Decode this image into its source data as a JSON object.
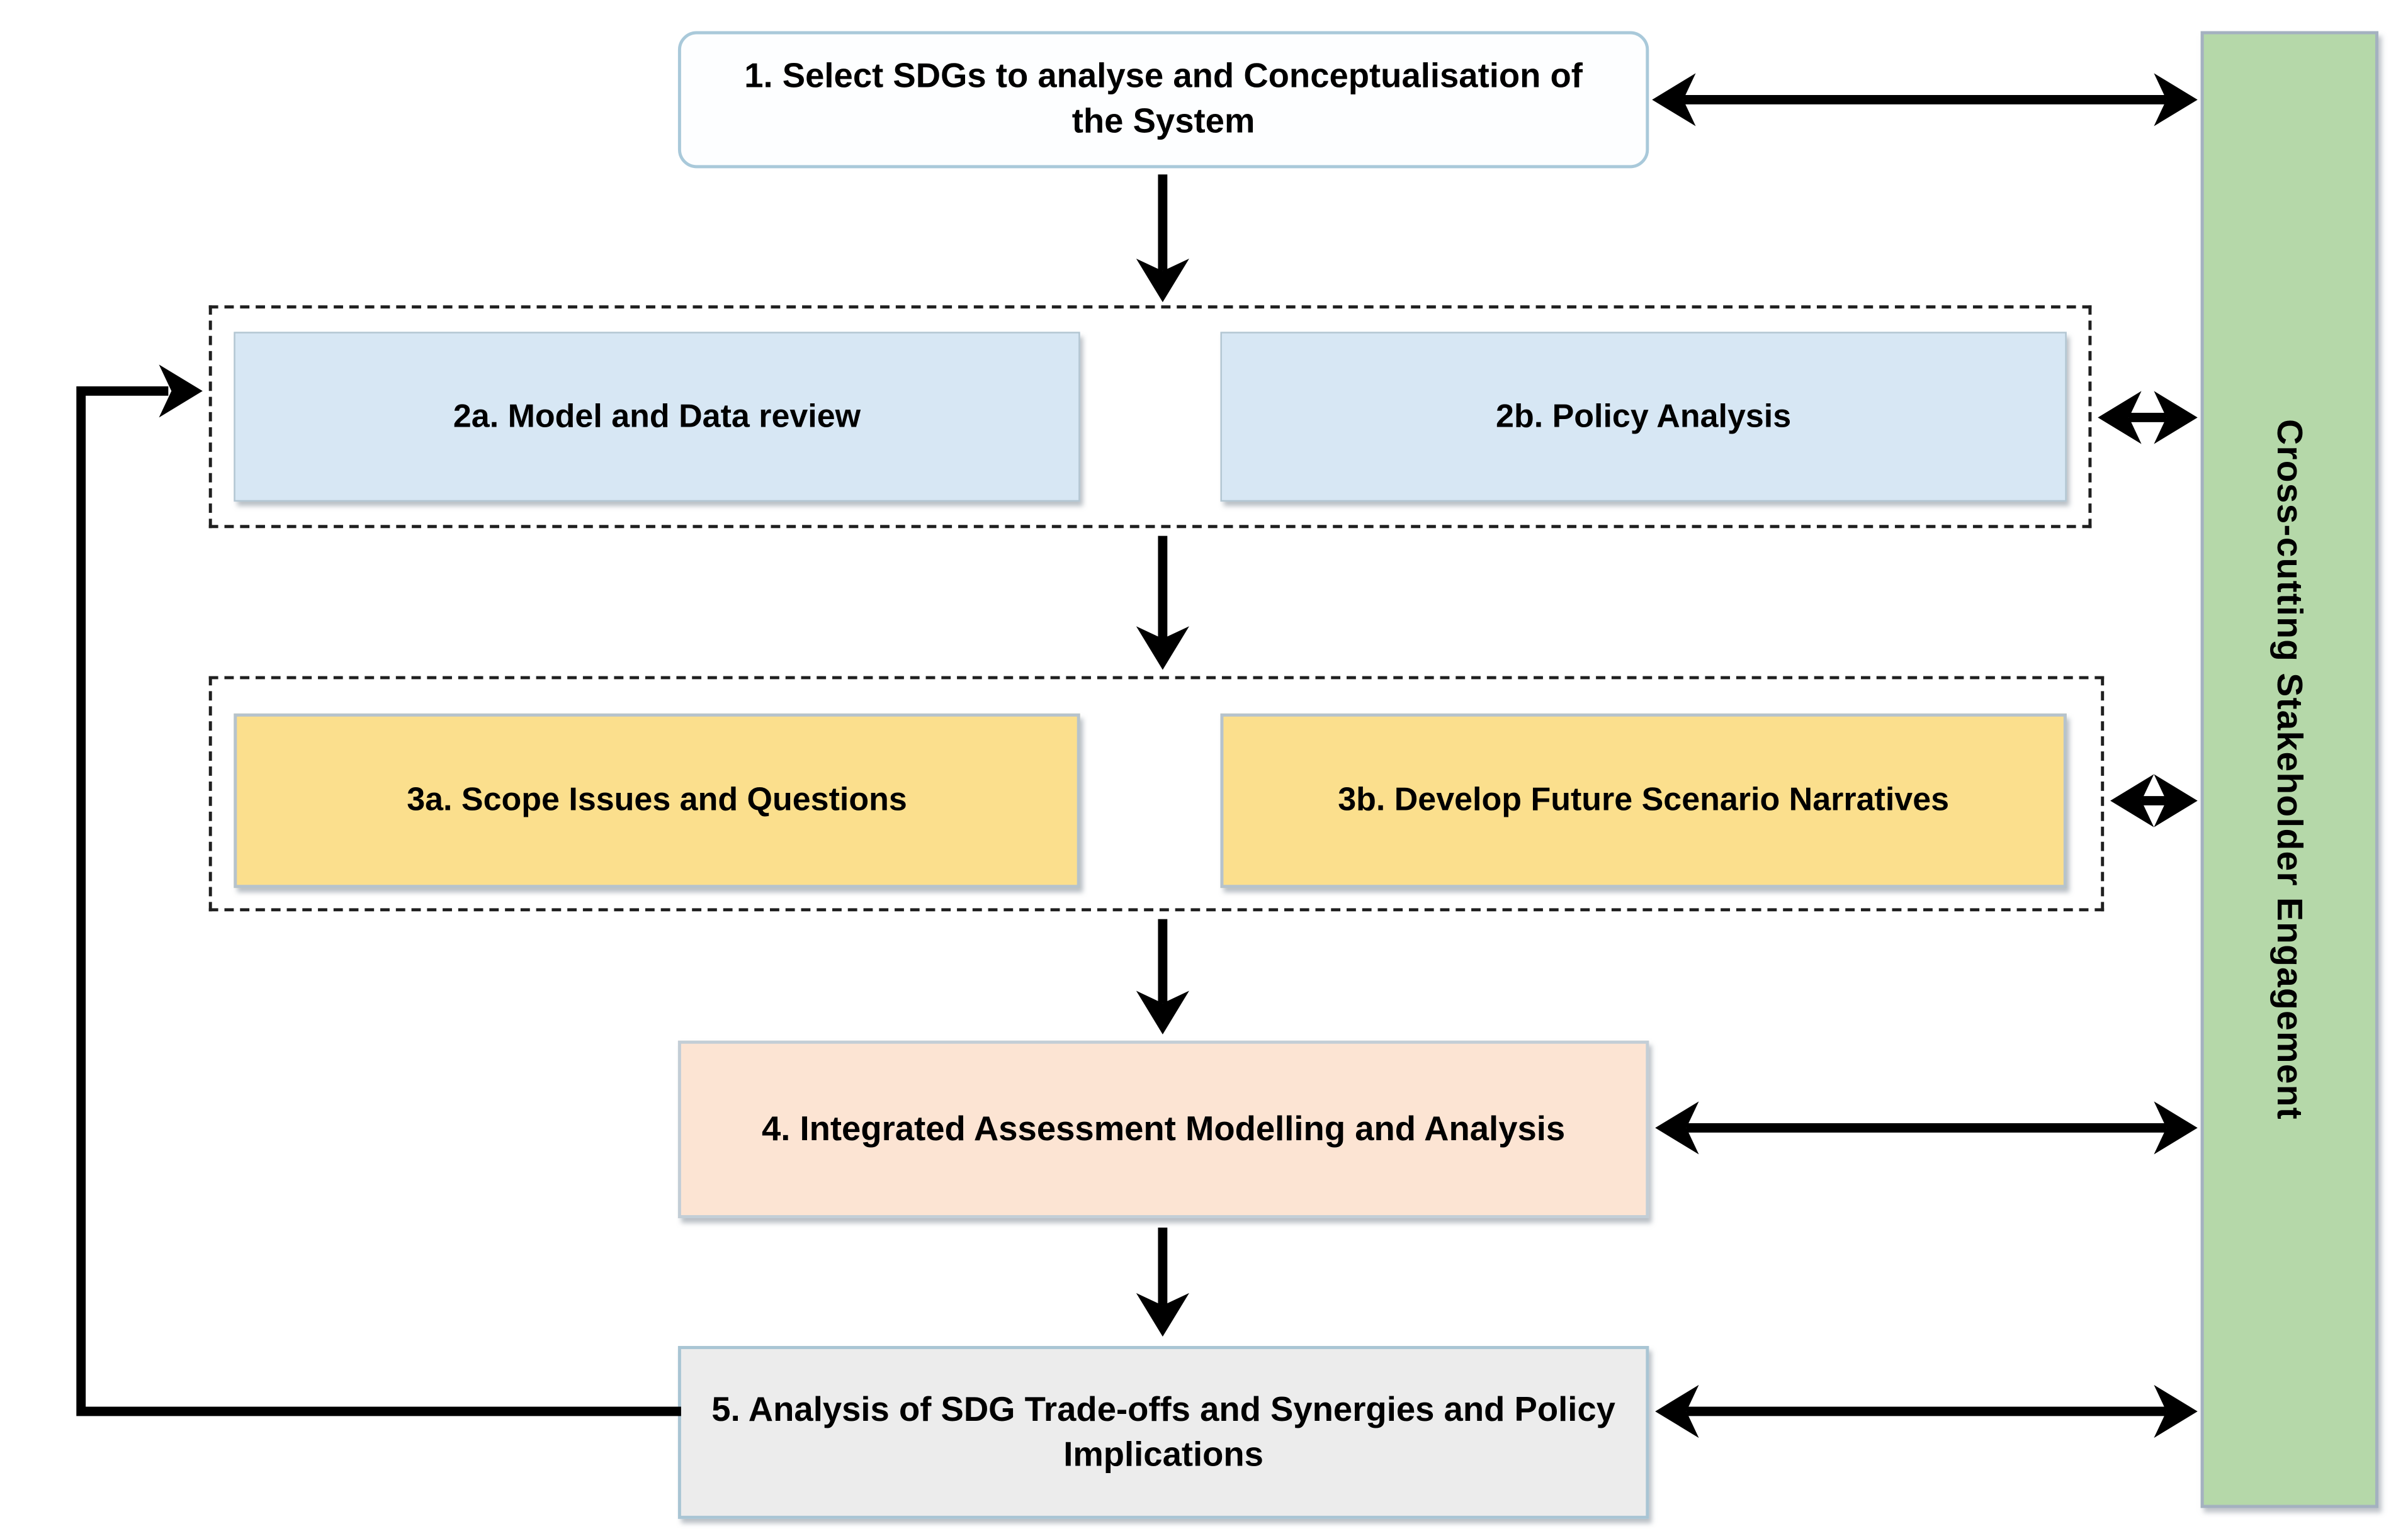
{
  "diagram": {
    "background": "#ffffff",
    "arrow_color": "#000000",
    "nodes": {
      "step1": {
        "label": "1. Select SDGs to analyse and Conceptualisation of the System",
        "fill": "#fdfeff"
      },
      "step2a": {
        "label": "2a. Model and Data review",
        "fill": "#d7e7f4"
      },
      "step2b": {
        "label": "2b. Policy Analysis",
        "fill": "#d7e7f4"
      },
      "step3a": {
        "label": "3a. Scope Issues and Questions",
        "fill": "#fbdf8d"
      },
      "step3b": {
        "label": "3b. Develop Future Scenario Narratives",
        "fill": "#fbdf8d"
      },
      "step4": {
        "label": "4. Integrated Assessment Modelling and Analysis",
        "fill": "#fce4d3"
      },
      "step5": {
        "label": "5. Analysis of SDG Trade-offs and Synergies and Policy Implications",
        "fill": "#ececec"
      },
      "sidebar": {
        "label": "Cross-cutting Stakeholder Engagement",
        "fill": "#b5d8a9"
      }
    },
    "groups": {
      "phase2": {
        "style": "dashed",
        "contains": [
          "step2a",
          "step2b"
        ]
      },
      "phase3": {
        "style": "dashed",
        "contains": [
          "step3a",
          "step3b"
        ]
      }
    },
    "edges": [
      {
        "from": "step1",
        "to": "sidebar",
        "type": "two-way"
      },
      {
        "from": "step1",
        "to": "phase2",
        "type": "down"
      },
      {
        "from": "phase2",
        "to": "sidebar",
        "type": "two-way"
      },
      {
        "from": "phase2",
        "to": "phase3",
        "type": "down"
      },
      {
        "from": "phase3",
        "to": "sidebar",
        "type": "two-way"
      },
      {
        "from": "phase3",
        "to": "step4",
        "type": "down"
      },
      {
        "from": "step4",
        "to": "sidebar",
        "type": "two-way"
      },
      {
        "from": "step4",
        "to": "step5",
        "type": "down"
      },
      {
        "from": "step5",
        "to": "sidebar",
        "type": "two-way"
      },
      {
        "from": "step5",
        "to": "step2a",
        "type": "feedback-left"
      }
    ]
  }
}
